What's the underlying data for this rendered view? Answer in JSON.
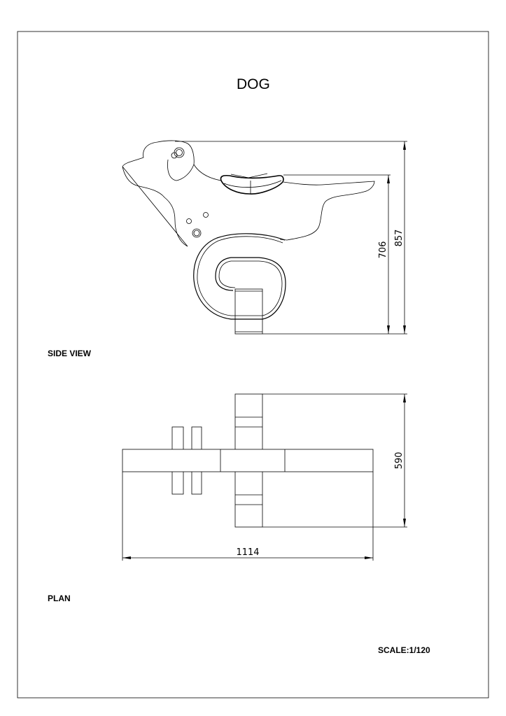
{
  "title": "DOG",
  "views": {
    "side_view_label": "SIDE VIEW",
    "plan_label": "PLAN"
  },
  "dimensions": {
    "overall_height": "857",
    "seat_height": "706",
    "plan_width": "590",
    "plan_length": "1114"
  },
  "scale": "SCALE:1/120",
  "colors": {
    "line": "#000000",
    "background": "#ffffff"
  }
}
